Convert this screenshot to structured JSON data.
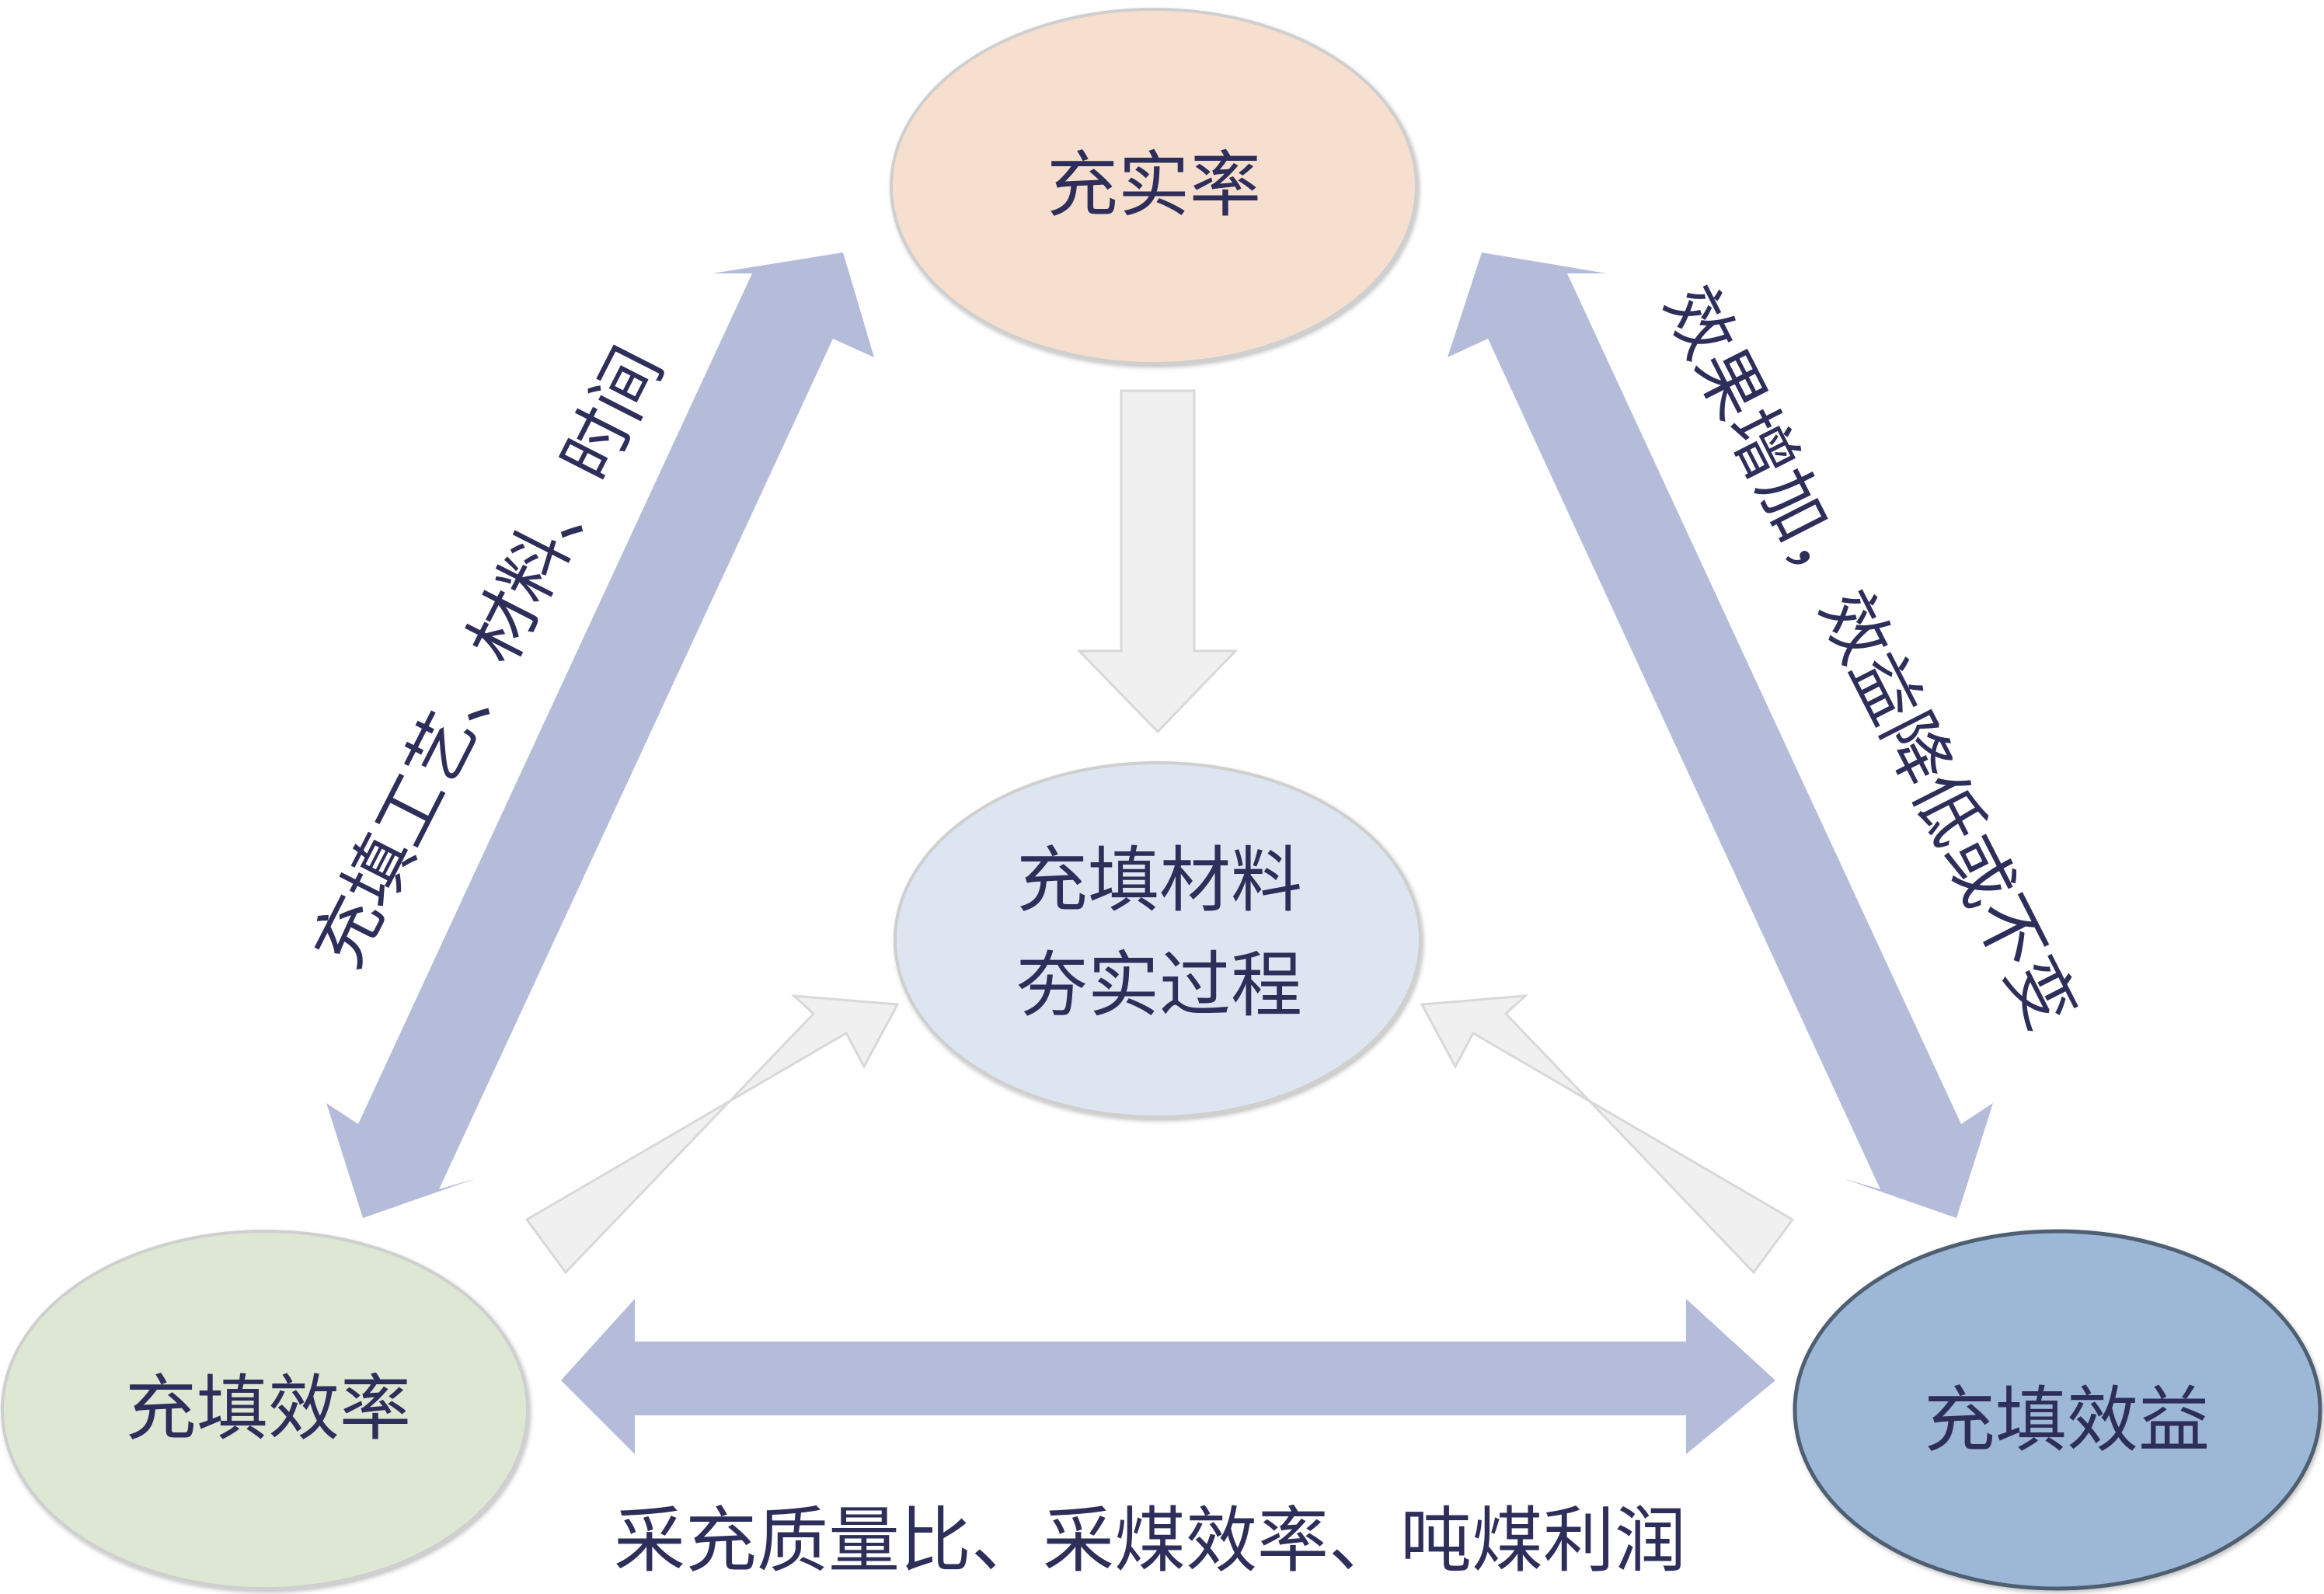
{
  "colors": {
    "background": "#ffffff",
    "top_node_fill": "#f7dfcf",
    "left_node_fill": "#dde7d3",
    "right_node_fill": "#9db7d6",
    "center_node_fill": "#dde6f0",
    "node_stroke": "#cfcfcf",
    "right_node_stroke": "#4f5f72",
    "relation_arrow": "#b4bcd9",
    "flow_arrow": "#f0f0f0",
    "flow_arrow_stroke": "#d8d8d8",
    "text": "#2e2e5a"
  },
  "nodes": {
    "top": {
      "label": "充实率"
    },
    "left": {
      "label": "充填效率"
    },
    "right": {
      "label": "充填效益"
    },
    "center": {
      "line1": "充填材料",
      "line2": "夯实过程"
    }
  },
  "relations": {
    "left_edge": "充填工艺、材料、时间",
    "right_edge": "效果增加，效益降低或不变",
    "bottom_edge": "采充质量比、采煤效率、吨煤利润"
  }
}
